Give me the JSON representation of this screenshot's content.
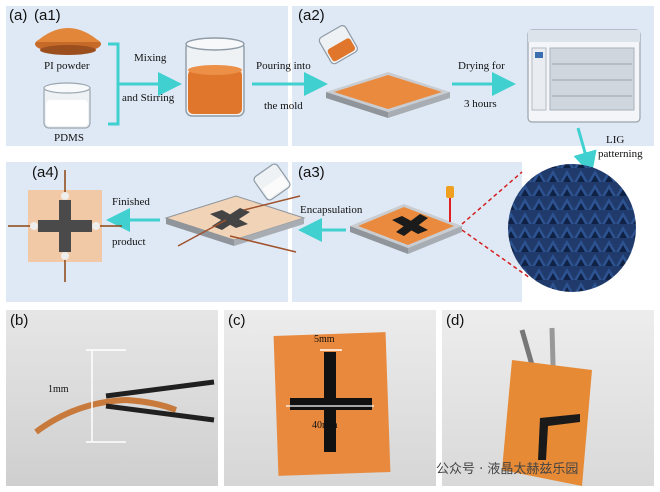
{
  "labels": {
    "a": "(a)",
    "a1": "(a1)",
    "a2": "(a2)",
    "a3": "(a3)",
    "a4": "(a4)",
    "b": "(b)",
    "c": "(c)",
    "d": "(d)"
  },
  "captions": {
    "pi_powder": "PI powder",
    "pdms": "PDMS",
    "mixing": "Mixing",
    "and_stirring": "and Stirring",
    "pouring_into": "Pouring into",
    "the_mold": "the mold",
    "drying_for": "Drying for",
    "three_hours": "3 hours",
    "lig": "LIG",
    "patterning": "patterning",
    "encapsulation": "Encapsulation",
    "finished": "Finished",
    "product": "product"
  },
  "measurements": {
    "thickness": "1mm",
    "top_width": "5mm",
    "bottom_width": "40mm"
  },
  "watermark": "公众号 · 液晶太赫兹乐园",
  "colors": {
    "panel": "#dfe9f5",
    "orange": "#e88a3c",
    "arrow": "#3fd0cf",
    "lig": "#1f3a6b",
    "dashed": "#d42020"
  }
}
